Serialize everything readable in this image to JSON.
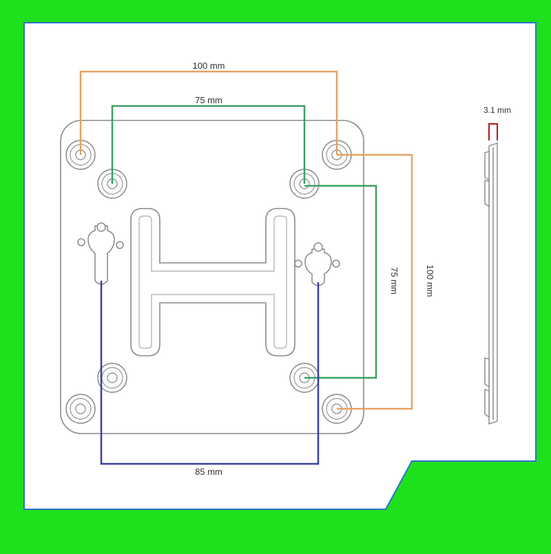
{
  "colors": {
    "frame": "#1fe01c",
    "panel": "#ffffff",
    "edge_blue": "#2f6fd0",
    "orange": "#e8a060",
    "green": "#3aa060",
    "navy": "#3a40a0",
    "red": "#b01818",
    "plate": "#888888"
  },
  "dimensions": {
    "outer_width": "100 mm",
    "inner_width": "75 mm",
    "inner_height": "75 mm",
    "outer_height": "100 mm",
    "keyhole_spacing": "85 mm",
    "thickness": "3.1 mm"
  }
}
